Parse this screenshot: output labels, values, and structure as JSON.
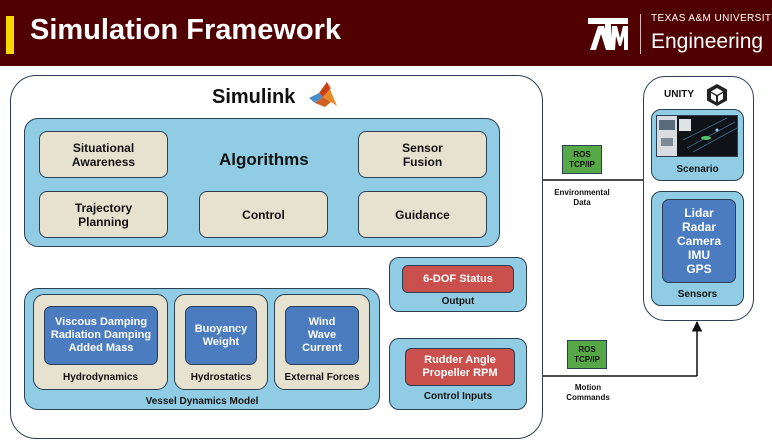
{
  "header": {
    "title": "Simulation Framework",
    "university": "TEXAS A&M UNIVERSITY",
    "department": "Engineering",
    "logo_text": "ATM",
    "colors": {
      "maroon": "#500000",
      "accent": "#f5d800"
    }
  },
  "simulink": {
    "title": "Simulink",
    "icon": "matlab-logo-icon",
    "algorithms": {
      "title": "Algorithms",
      "blocks": {
        "situational_awareness": "Situational\nAwareness",
        "sensor_fusion": "Sensor\nFusion",
        "trajectory_planning": "Trajectory\nPlanning",
        "control": "Control",
        "guidance": "Guidance"
      }
    },
    "vessel_dynamics": {
      "title": "Vessel Dynamics Model",
      "hydrodynamics": {
        "items": "Viscous Damping\nRadiation Damping\nAdded Mass",
        "label": "Hydrodynamics"
      },
      "hydrostatics": {
        "items": "Buoyancy\nWeight",
        "label": "Hydrostatics"
      },
      "external_forces": {
        "items": "Wind\nWave\nCurrent",
        "label": "External Forces"
      }
    },
    "output": {
      "status": "6-DOF Status",
      "label": "Output"
    },
    "control_inputs": {
      "items": "Rudder Angle\nPropeller RPM",
      "label": "Control Inputs"
    }
  },
  "connections": {
    "upper": {
      "protocol": "ROS\nTCP/IP",
      "label": "Environmental\nData"
    },
    "lower": {
      "protocol": "ROS\nTCP/IP",
      "label": "Motion\nCommands"
    }
  },
  "unity": {
    "title": "UNITY",
    "icon": "unity-cube-icon",
    "scenario": {
      "label": "Scenario"
    },
    "sensors": {
      "items": "Lidar\nRadar\nCamera\nIMU\nGPS",
      "label": "Sensors"
    }
  }
}
